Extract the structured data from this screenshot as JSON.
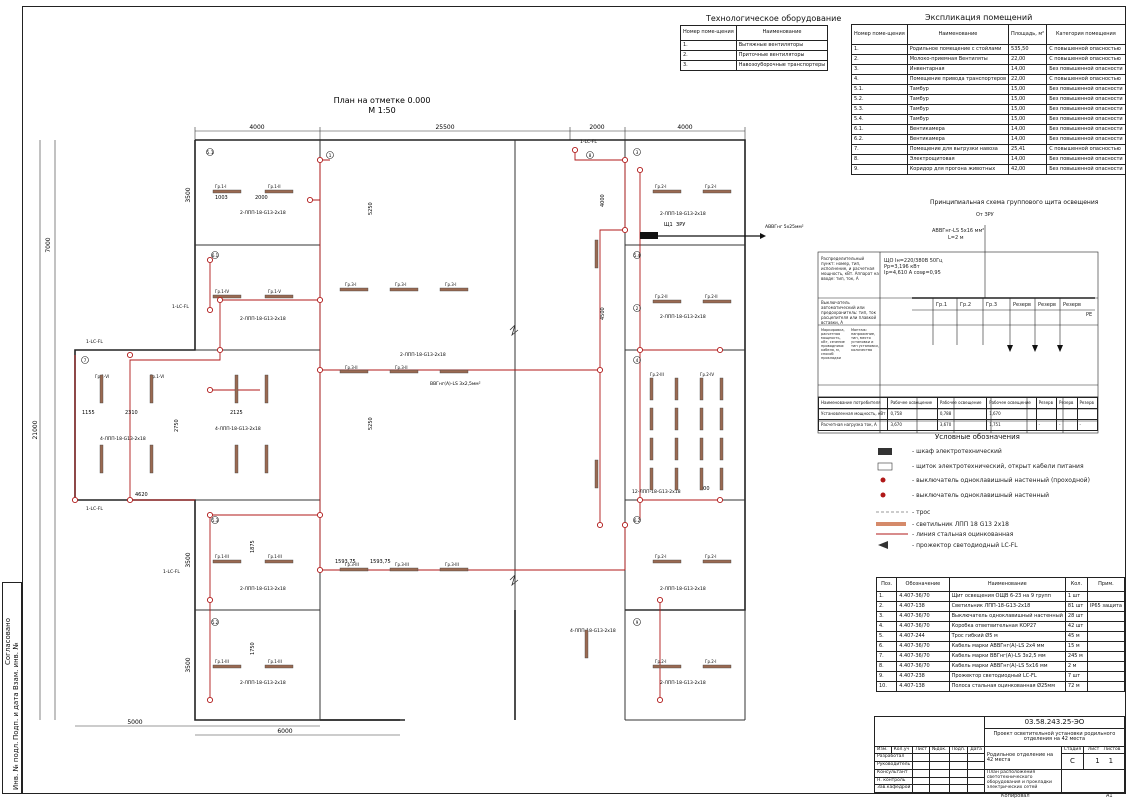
{
  "plan": {
    "title": "План на отметке 0.000",
    "scale": "М 1:50",
    "dims_top": [
      "4000",
      "25500",
      "2000",
      "4000"
    ],
    "dims_left": [
      "3500",
      "7000",
      "21000",
      "3500",
      "3500"
    ],
    "dims_bottom": [
      "5000",
      "6000"
    ],
    "dims_inner": [
      "5250",
      "5250",
      "4000",
      "4500",
      "2750",
      "4620",
      "2125",
      "2310",
      "1155",
      "1593,75",
      "1593,75",
      "1875",
      "1750",
      "2000",
      "1003",
      "800"
    ],
    "room_numbers": [
      "1",
      "2",
      "3",
      "4",
      "5.1",
      "5.2",
      "5.3",
      "5.4",
      "6.1",
      "6.2",
      "7",
      "8",
      "9"
    ],
    "panel_labels": [
      "Щ1",
      "ЗРУ",
      "АВВГнг 5х25мм²"
    ],
    "fixture_labels": [
      "Гр.1-I",
      "Гр.1-II",
      "Гр.1-III",
      "Гр.1-IV",
      "Гр.1-V",
      "Гр.1-VI",
      "Гр.2-I",
      "Гр.2-II",
      "Гр.2-III",
      "Гр.2-IV",
      "Гр.3-I",
      "Гр.3-II",
      "Гр.3-III"
    ],
    "cable_notes": [
      "2-ЛПП-18-G13-2х18",
      "4-ЛПП-18-G13-2х18",
      "12-ЛПП-18-G13-2х18",
      "ВВГнг(А)-LS 3х2,5мм²",
      "1-LC-FL"
    ]
  },
  "equipment_table": {
    "title": "Технологическое оборудование",
    "headers": [
      "Номер поме-щения",
      "Наименование"
    ],
    "rows": [
      [
        "1.",
        "Вытяжные вентиляторы"
      ],
      [
        "2.",
        "Приточные вентиляторы"
      ],
      [
        "3.",
        "Навозоуборочные транспортеры"
      ]
    ]
  },
  "rooms_table": {
    "title": "Экспликация помещений",
    "headers": [
      "Номер поме-щения",
      "Наименование",
      "Площадь, м²",
      "Категория помещения"
    ],
    "rows": [
      [
        "1.",
        "Родильное помещение с стойлами",
        "535,50",
        "С повышенной опасностью"
      ],
      [
        "2.",
        "Молоко-приемная Вентиляты",
        "22,00",
        "С повышенной опасностью"
      ],
      [
        "3.",
        "Инвентарная",
        "14,00",
        "Без повышенной опасности"
      ],
      [
        "4.",
        "Помещение привода транспортеров",
        "22,00",
        "С повышенной опасностью"
      ],
      [
        "5.1.",
        "Тамбур",
        "15,00",
        "Без повышенной опасности"
      ],
      [
        "5.2.",
        "Тамбур",
        "15,00",
        "Без повышенной опасности"
      ],
      [
        "5.3.",
        "Тамбур",
        "15,00",
        "Без повышенной опасности"
      ],
      [
        "5.4.",
        "Тамбур",
        "15,00",
        "Без повышенной опасности"
      ],
      [
        "6.1.",
        "Вентикамера",
        "14,00",
        "Без повышенной опасности"
      ],
      [
        "6.2.",
        "Вентикамера",
        "14,00",
        "Без повышенной опасности"
      ],
      [
        "7.",
        "Помещение для выгрузки навоза",
        "25,41",
        "С повышенной опасностью"
      ],
      [
        "8.",
        "Электрощитовая",
        "14,00",
        "Без повышенной опасности"
      ],
      [
        "9.",
        "Коридор для прогона животных",
        "42,00",
        "Без повышенной опасности"
      ]
    ]
  },
  "schematic": {
    "title": "Принципиальная схема группового щита освещения",
    "supply": "От ЗРУ",
    "supply_cable": "АВВГнг-LS 5х16 мм²",
    "supply_length": "L=2 м",
    "panel_note": "ЩО Iн=220/380В 50Гц Pр=3,196 кВт Iр=4,610 А cosφ=0,95",
    "row_labels": [
      "Распределительный пункт: номер, тип, исполнение, и расчетная мощность, кВт. Аппарат на вводе: тип, ток, А",
      "Выключатель автоматический или предохранитель: тип, ток расцепителя или плавкой вставки, А",
      "Маркировка, расчетная мощность, кВт, сечение проводника: кабеля, м, способ прокладки",
      "Монтаж: напряжение, тип, место установки и тип установки, количество"
    ],
    "groups": [
      "Гр.1",
      "Гр.2",
      "Гр.3"
    ],
    "reserve": "Резерв",
    "rp": "РЕ",
    "footer_rows": [
      [
        "Наименование потребителя",
        "Рабочее освещение",
        "Рабочее освещение",
        "Рабочее освещение",
        "Резерв",
        "Резерв",
        "Резерв"
      ],
      [
        "Установленная мощность, кВт",
        "0,758",
        "0,788",
        "1,670",
        "",
        "",
        ""
      ],
      [
        "Расчетная нагрузка ток, А",
        "3,670",
        "3,670",
        "1,751",
        "-",
        "-",
        "-"
      ]
    ]
  },
  "legend": {
    "title": "Условные обозначения",
    "items": [
      "- шкаф электротехнический",
      "- щиток электротехнический, открыт кабели питания",
      "- выключатель одноклавишный настенный (проходной)",
      "- выключатель одноклавишный настенный",
      "- трос",
      "- светильник ЛПП 18 G13 2х18",
      "- линия стальная оцинкованная",
      "- прожектор светодиодный LC-FL"
    ]
  },
  "spec_table": {
    "headers": [
      "Поз.",
      "Обозначение",
      "Наименование",
      "Кол.",
      "Прим."
    ],
    "rows": [
      [
        "1.",
        "4.407-36/70",
        "Щит освещения ОЩВ 6-23 на 9 групп",
        "1 шт",
        ""
      ],
      [
        "2.",
        "4.407-138",
        "Светильник ЛПП-18-G13-2х18",
        "81 шт",
        "IP65 защита"
      ],
      [
        "3.",
        "4.407-36/70",
        "Выключатель одноклавишный настенный",
        "28 шт",
        ""
      ],
      [
        "4.",
        "4.407-36/70",
        "Коробка ответвительная КОР27",
        "42 шт",
        ""
      ],
      [
        "5.",
        "4.407-244",
        "Трос гибкий Ø5 м",
        "45 м",
        ""
      ],
      [
        "6.",
        "4.407-36/70",
        "Кабель марки АВВГнг(А)-LS 2х4 мм",
        "15 м",
        ""
      ],
      [
        "7.",
        "4.407-36/70",
        "Кабель марки ВВГнг(А)-LS 3х2,5 мм",
        "245 м",
        ""
      ],
      [
        "8.",
        "4.407-36/70",
        "Кабель марки АВВГнг(А)-LS 5х16 мм",
        "2 м",
        ""
      ],
      [
        "9.",
        "4.407-238",
        "Прожектор светодиодный LC-FL",
        "7 шт",
        ""
      ],
      [
        "10.",
        "4.407-138",
        "Полоса стальная оцинкованная Ø25мм",
        "72 м",
        ""
      ]
    ]
  },
  "title_block": {
    "code": "03.58.243.25-ЭО",
    "project": "Проект осветительной установки родильного отделения на 42 места",
    "object": "Родильное отделение на 42 места",
    "sheet_title": "План расположения светотехнического оборудования и прокладки электрических сетей",
    "stage_label": "Стадия",
    "sheet_label": "Лист",
    "sheets_label": "Листов",
    "stage": "С",
    "sheet": "1",
    "sheets": "1",
    "roles": [
      "Разработал",
      "Руководитель",
      "Консультант",
      "Н. контроль",
      "Зав.кафедрой"
    ],
    "cols": [
      "Изм.",
      "Кол.уч",
      "Лист",
      "№док.",
      "Подп.",
      "Дата"
    ],
    "copied": "Копировал",
    "format": "А1"
  },
  "side": {
    "agreed": "Согласовано",
    "labels": [
      "Инв. № подл.",
      "Подп. и дата",
      "Взам. инв. №"
    ]
  }
}
